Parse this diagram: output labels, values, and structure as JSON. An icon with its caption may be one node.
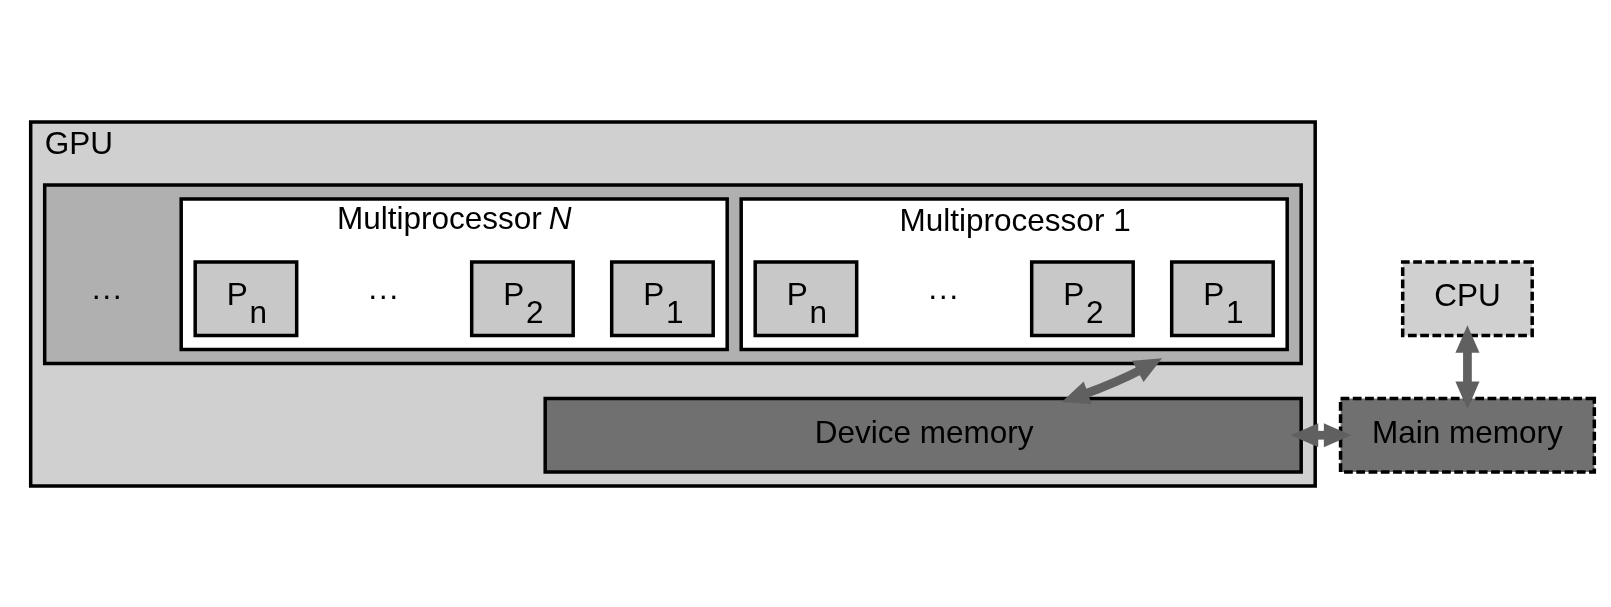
{
  "diagram": {
    "nodes": [
      {
        "text": [
          "GPU"
        ]
      },
      {
        "text": [],
        "shape": "box",
        "in": 0
      },
      {
        "text": [
          "Multiprocessor 1"
        ],
        "in": 1
      },
      {
        "text": [
          "P$_{1}$"
        ],
        "in": 2
      },
      {
        "text": [
          "P$_{2}$"
        ],
        "in": 2
      },
      {
        "text": [
          "P$_{n}$"
        ],
        "in": 2
      },
      {
        "text": [
          "Multiprocessor *N*"
        ],
        "in": 1
      },
      {
        "text": [
          "P$_{1}$"
        ],
        "in": 6
      },
      {
        "text": [
          "P$_{2}$"
        ],
        "in": 6
      },
      {
        "text": [
          "P$_{n}$"
        ],
        "in": 6
      },
      {
        "text": [
          "Device memory"
        ],
        "in": 0
      },
      {
        "text": [
          "CPU"
        ]
      },
      {
        "text": [
          "Main memory"
        ]
      }
    ],
    "edges": [
      {
        "from": 1,
        "to": 10,
        "arrow": "both"
      },
      {
        "from": 11,
        "to": 12,
        "arrow": "both"
      },
      {
        "from": 10,
        "to": 12,
        "arrow": "both"
      }
    ],
    "labels": [
      "···",
      "···",
      "···"
    ]
  }
}
